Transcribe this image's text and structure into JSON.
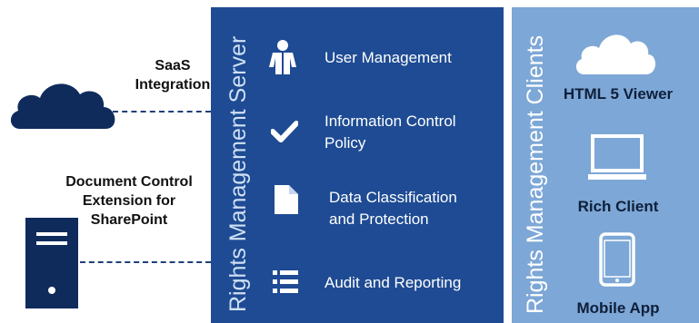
{
  "left": {
    "saas_label_line1": "SaaS",
    "saas_label_line2": "Integration",
    "dc_label_line1": "Document Control",
    "dc_label_line2": "Extension for",
    "dc_label_line3": "SharePoint"
  },
  "server": {
    "title": "Rights Management Server",
    "features": [
      {
        "label": "User Management",
        "icon": "user-icon"
      },
      {
        "label": "Information Control",
        "label2": "Policy",
        "icon": "checkmark-icon"
      },
      {
        "label": "Data Classification",
        "label2": "and Protection",
        "icon": "document-icon"
      },
      {
        "label": "Audit and Reporting",
        "icon": "list-icon"
      }
    ]
  },
  "clients": {
    "title": "Rights Management Clients",
    "items": [
      {
        "label": "HTML 5 Viewer",
        "icon": "cloud-icon"
      },
      {
        "label": "Rich Client",
        "icon": "monitor-icon"
      },
      {
        "label": "Mobile App",
        "icon": "tablet-icon"
      }
    ]
  },
  "colors": {
    "server_panel": "#1e4b93",
    "clients_panel": "#7da7d6",
    "dark_navy": "#0f2b5c"
  }
}
